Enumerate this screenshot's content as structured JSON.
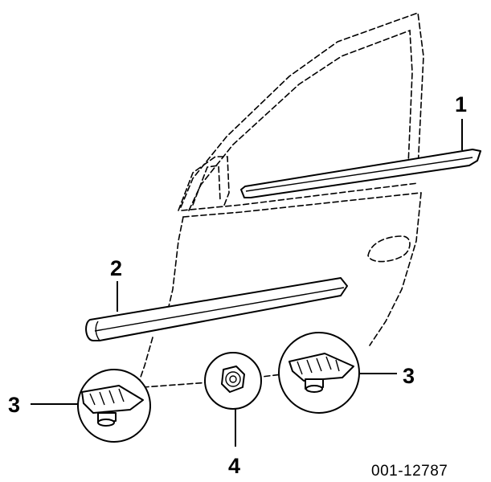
{
  "callouts": {
    "c1": "1",
    "c2": "2",
    "c3_left": "3",
    "c3_right": "3",
    "c4": "4"
  },
  "figure_ref": "001-12787"
}
